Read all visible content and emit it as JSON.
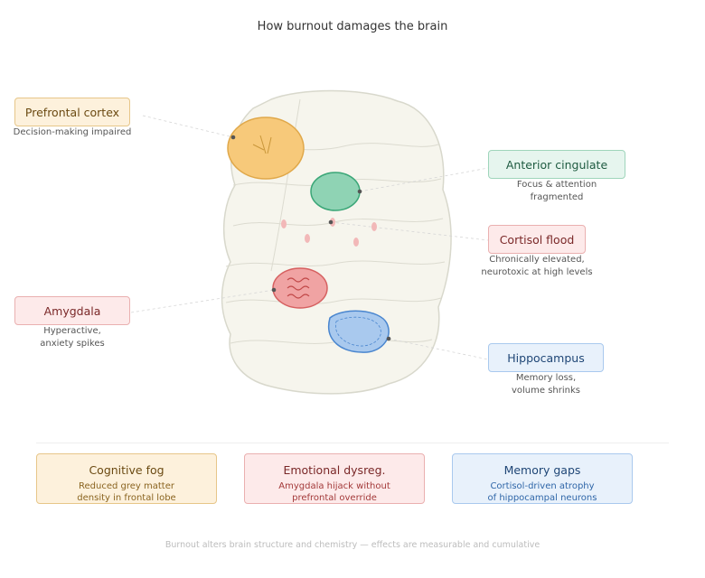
{
  "title": "How burnout damages the brain",
  "regions": {
    "prefrontal": {
      "label": "Prefrontal cortex",
      "desc": [
        "Decision-making impaired"
      ]
    },
    "cingulate": {
      "label": "Anterior cingulate",
      "desc": [
        "Focus & attention",
        "fragmented"
      ]
    },
    "cortisol": {
      "label": "Cortisol flood",
      "desc": [
        "Chronically elevated,",
        "neurotoxic at high levels"
      ]
    },
    "amygdala": {
      "label": "Amygdala",
      "desc": [
        "Hyperactive,",
        "anxiety spikes"
      ]
    },
    "hippocampus": {
      "label": "Hippocampus",
      "desc": [
        "Memory loss,",
        "volume shrinks"
      ]
    }
  },
  "cards": [
    {
      "title": "Cognitive fog",
      "desc": [
        "Reduced grey matter",
        "density in frontal lobe"
      ]
    },
    {
      "title": "Emotional dysreg.",
      "desc": [
        "Amygdala hijack without",
        "prefrontal override"
      ]
    },
    {
      "title": "Memory gaps",
      "desc": [
        "Cortisol-driven atrophy",
        "of hippocampal neurons"
      ]
    }
  ],
  "footer": "Burnout alters brain structure and chemistry — effects are measurable and cumulative",
  "colors": {
    "prefrontal": "#f7c97a",
    "cingulate": "#8fd3b4",
    "amygdala": "#f0a3a3",
    "hippocampus": "#a9c9ee",
    "cortisol": "#f4c6c6",
    "brain": "#f6f5ed"
  }
}
